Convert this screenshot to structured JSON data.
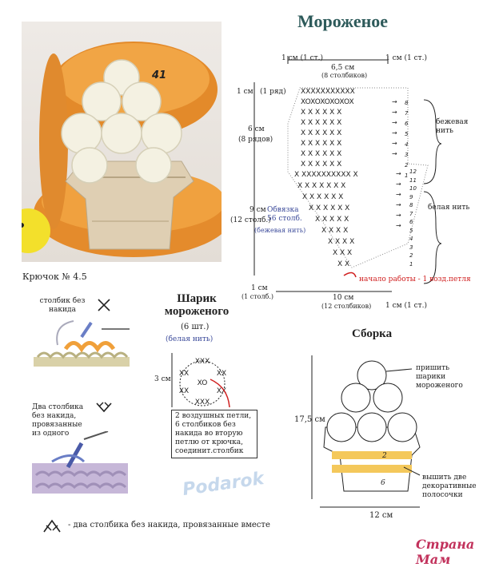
{
  "title": "Мороженое",
  "photo": {
    "number": "41"
  },
  "hook": "Крючок № 4.5",
  "legend": {
    "sc_label": "столбик без накида",
    "sc2tog_label": "Два столбика без накида, провязанные из одного",
    "bottom_note": "- два столбика без накида, провязанные вместе"
  },
  "ball": {
    "title": "Шарик мороженого",
    "count": "(6 шт.)",
    "color": "(белая нить)",
    "size": "3 см",
    "note": "2 воздушных петли, 6 столбиков без накида во вторую петлю от крючка, соединит.столбик"
  },
  "schema": {
    "top_left_cm": "1 см (1 ст.)",
    "top_width_cm": "6,5 см",
    "top_width_st": "(8 столбиков)",
    "top_right_cm": "1 см (1 ст.)",
    "left_row_cm": "1 см",
    "left_row_label": "(1 ряд)",
    "left_6cm": "6 см",
    "left_8rows": "(8 рядов)",
    "left_9cm": "9 см",
    "left_12st": "(12 столб.)",
    "edge_label": "Обвязка 56 столб.",
    "edge_color": "(бежевая нить)",
    "right_beige": "бежевая нить",
    "right_white": "белая нить",
    "start_label": "начало работы - 1 возд.петля",
    "bottom_left_cm": "1 см",
    "bottom_left_st": "(1 столб.)",
    "bottom_width_cm": "10 см",
    "bottom_width_st": "(12 столбиков)",
    "bottom_right_cm": "1 см (1 ст.)",
    "rows_top": [
      "8",
      "7",
      "6",
      "5",
      "4",
      "3",
      "2",
      "1"
    ],
    "rows_bottom": [
      "12",
      "11",
      "10",
      "9",
      "8",
      "7",
      "6",
      "5",
      "4",
      "3",
      "2",
      "1"
    ]
  },
  "assembly": {
    "title": "Сборка",
    "height": "17,5 см",
    "width": "12 см",
    "sew_balls": "пришить шарики мороженого",
    "embroider": "вышить две декоративные полосочки",
    "label_2": "2",
    "label_6": "6"
  },
  "watermark": "Podarok",
  "site": "Страна Мам"
}
